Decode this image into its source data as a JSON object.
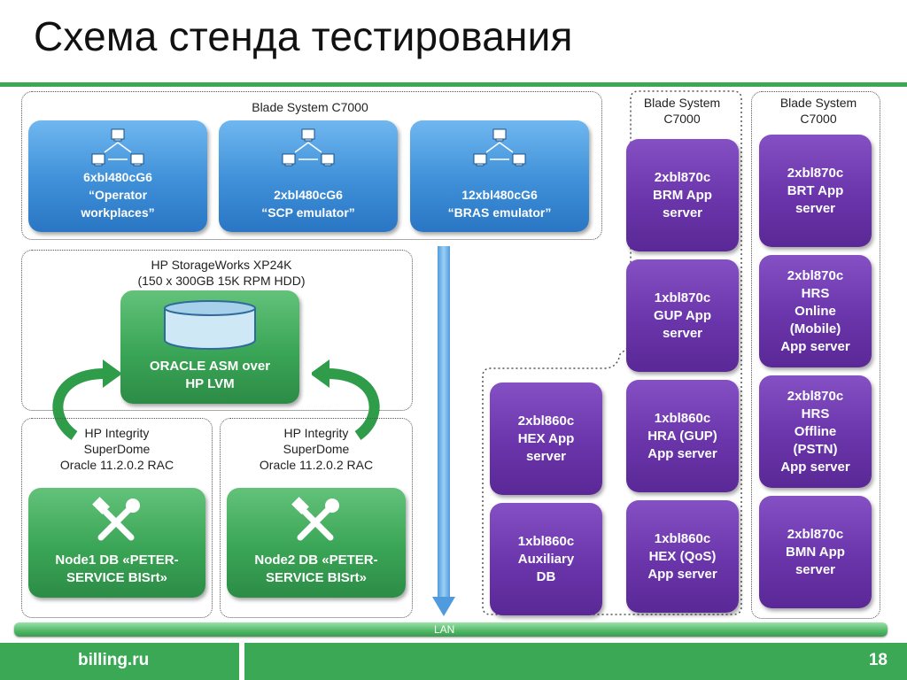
{
  "slide": {
    "title": "Схема стенда тестирования",
    "footer_site": "billing.ru",
    "page_number": "18",
    "lan_label": "LAN"
  },
  "colors": {
    "accent_green": "#3aa854",
    "tile_blue": "#3e8fd8",
    "tile_purple": "#6a35aa",
    "tile_green": "#3aa556"
  },
  "blade_main": {
    "label": "Blade System C7000",
    "tiles": [
      {
        "icon": "network-computers-icon",
        "text": "6xbl480cG6\n“Operator\nworkplaces”"
      },
      {
        "icon": "network-computers-icon",
        "text": "2xbl480cG6\n“SCP emulator”"
      },
      {
        "icon": "network-computers-icon",
        "text": "12xbl480cG6\n“BRAS emulator”"
      }
    ]
  },
  "storage": {
    "label": "HP StorageWorks XP24K\n(150 x 300GB 15K RPM HDD)",
    "tile": {
      "icon": "database-icon",
      "text": "ORACLE ASM over\nHP LVM"
    }
  },
  "nodes": [
    {
      "label": "HP Integrity\nSuperDome\nOracle 11.2.0.2 RAC",
      "icon": "tools-icon",
      "text": "Node1 DB «PETER-\nSERVICE BISrt»"
    },
    {
      "label": "HP Integrity\nSuperDome\nOracle 11.2.0.2 RAC",
      "icon": "tools-icon",
      "text": "Node2 DB «PETER-\nSERVICE BISrt»"
    }
  ],
  "blade_mid": {
    "label": "Blade System\nC7000",
    "tiles": [
      "2xbl870c\nBRM App\nserver",
      "1xbl870c\nGUP App\nserver",
      "1xbl860c\nHRA (GUP)\nApp server",
      "1xbl860c\nHEX (QoS)\nApp server"
    ],
    "left_tiles": [
      "2xbl860c\nHEX App\nserver",
      "1xbl860c\nAuxiliary\nDB"
    ]
  },
  "blade_right": {
    "label": "Blade System\nC7000",
    "tiles": [
      "2xbl870c\nBRT App\nserver",
      "2xbl870c\nHRS\nOnline\n(Mobile)\nApp server",
      "2xbl870c\nHRS\nOffline\n(PSTN)\nApp server",
      "2xbl870c\nBMN App\nserver"
    ]
  }
}
